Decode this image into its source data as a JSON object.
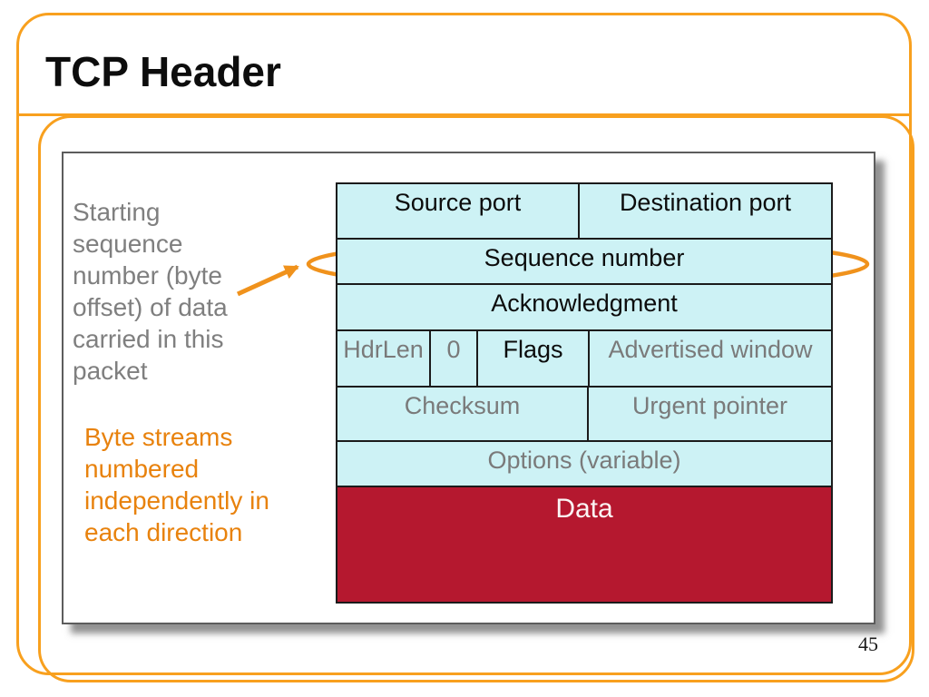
{
  "slide": {
    "title": "TCP Header",
    "page_number": "45"
  },
  "notes": {
    "starting": "Starting\nsequence\nnumber (byte\noffset) of data\ncarried in this\npacket",
    "byte_streams": "Byte streams\nnumbered\nindependently in\neach direction"
  },
  "tcp_header": {
    "source_port": "Source port",
    "destination_port": "Destination port",
    "sequence_number": "Sequence number",
    "acknowledgment": "Acknowledgment",
    "hdr_len": "HdrLen",
    "reserved_zero": "0",
    "flags": "Flags",
    "advertised_window": "Advertised window",
    "checksum": "Checksum",
    "urgent_pointer": "Urgent pointer",
    "options": "Options (variable)",
    "data": "Data"
  },
  "colors": {
    "frame_orange": "#F8A01E",
    "annotation_orange": "#F0921C",
    "note_orange": "#E8820D",
    "note_gray": "#7F7F7F",
    "cell_cyan": "#CDF2F5",
    "data_red": "#B5182F",
    "table_border": "#1B1B1B"
  }
}
